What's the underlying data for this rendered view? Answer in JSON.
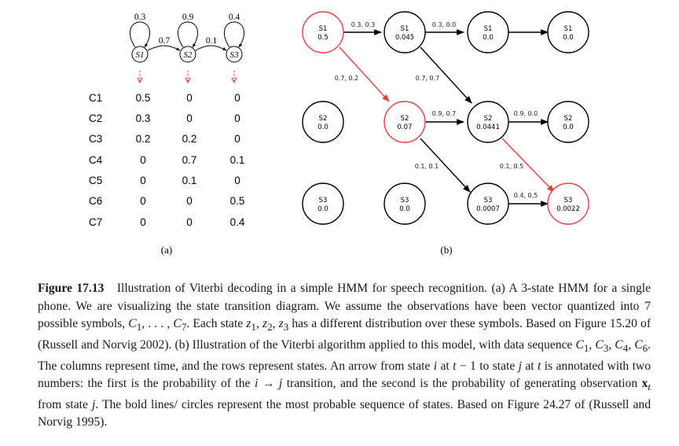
{
  "panel_a": {
    "label": "(a)",
    "states": [
      {
        "name": "S1",
        "self_prob": "0.3"
      },
      {
        "name": "S2",
        "self_prob": "0.9"
      },
      {
        "name": "S3",
        "self_prob": "0.4"
      }
    ],
    "transitions": [
      "0.7",
      "0.1"
    ],
    "symbols": [
      "C1",
      "C2",
      "C3",
      "C4",
      "C5",
      "C6",
      "C7"
    ],
    "emissions": [
      [
        "0.5",
        "0.3",
        "0.2",
        "0",
        "0",
        "0",
        "0"
      ],
      [
        "0",
        "0",
        "0.2",
        "0.7",
        "0.1",
        "0",
        "0"
      ],
      [
        "0",
        "0",
        "0",
        "0.1",
        "0",
        "0.5",
        "0.4"
      ]
    ]
  },
  "panel_b": {
    "label": "(b)",
    "nodes": [
      {
        "state": "S1",
        "value": "0.5"
      },
      {
        "state": "S2",
        "value": "0.0"
      },
      {
        "state": "S3",
        "value": "0.0"
      },
      {
        "state": "S1",
        "value": "0.045"
      },
      {
        "state": "S2",
        "value": "0.07"
      },
      {
        "state": "S3",
        "value": "0.0"
      },
      {
        "state": "S1",
        "value": "0.0"
      },
      {
        "state": "S2",
        "value": "0.0441"
      },
      {
        "state": "S3",
        "value": "0.0007"
      },
      {
        "state": "S1",
        "value": "0.0"
      },
      {
        "state": "S2",
        "value": "0.0"
      },
      {
        "state": "S3",
        "value": "0.0022"
      }
    ],
    "edge_labels": [
      "0.3, 0.3",
      "0.7, 0.2",
      "0.3, 0.0",
      "0.7, 0.7",
      "0.9, 0.7",
      "0.1, 0.1",
      "0.9, 0.0",
      "0.1, 0.5",
      "0.4, 0.5"
    ]
  },
  "caption": {
    "figure_label": "Figure 17.13",
    "text1": "Illustration of Viterbi decoding in a simple HMM for speech recognition. (a) A 3-state HMM for a single phone. We are visualizing the state transition diagram. We assume the observations have been vector quantized into 7 possible symbols, ",
    "m1": "C",
    "s1": "1",
    "text2": ", . . . , ",
    "m2": "C",
    "s2": "7",
    "text3": ". Each state ",
    "m3": "z",
    "s3": "1",
    "text3b": ", ",
    "m3b": "z",
    "s3b": "2",
    "text3c": ", ",
    "m3c": "z",
    "s3c": "3",
    "text4": " has a different distribution over these symbols. Based on Figure 15.20 of (Russell and Norvig 2002). (b) Illustration of the Viterbi algorithm applied to this model, with data sequence ",
    "m4": "C",
    "s4": "1",
    "text4b": ", ",
    "m4b": "C",
    "s4b": "3",
    "text4c": ", ",
    "m4c": "C",
    "s4c": "4",
    "text4d": ", ",
    "m4d": "C",
    "s4d": "6",
    "text5": ". The columns represent time, and the rows represent states. An arrow from state ",
    "m5": "i",
    "text6": " at ",
    "m6": "t",
    "text6b": " − 1 to state ",
    "m6b": "j",
    "text6c": " at ",
    "m6c": "t",
    "text7": " is annotated with two numbers: the first is the probability of the ",
    "m7": "i",
    "text7b": " → ",
    "m7b": "j",
    "text8": " transition, and the second is the probability of generating observation ",
    "b8": "x",
    "s8": "t",
    "text9": " from state ",
    "m9": "j",
    "text10": ". The bold lines/ circles represent the most probable sequence of states. Based on Figure 24.27 of (Russell and Norvig 1995)."
  }
}
